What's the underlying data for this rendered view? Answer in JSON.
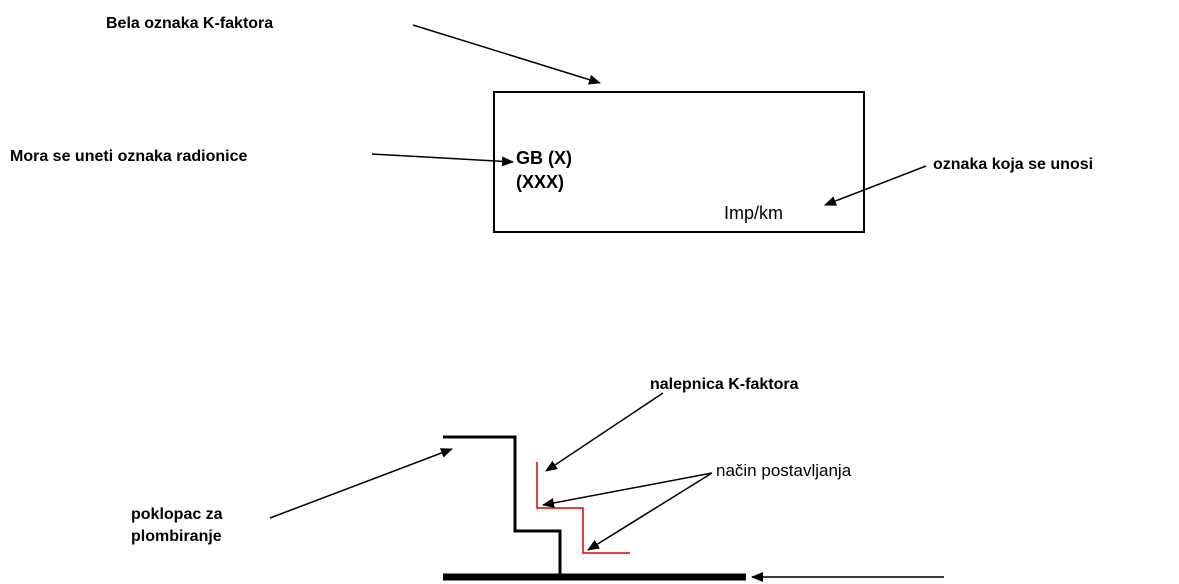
{
  "colors": {
    "ink": "#000000",
    "sticker": "#e00000",
    "background": "#ffffff"
  },
  "top_diagram": {
    "label_white_mark": "Bela oznaka K-faktora",
    "label_workshop": "Mora se uneti  oznaka radionice",
    "label_entered": "oznaka koja se unosi",
    "card_line1": "GB (X)",
    "card_line2": "(XXX)",
    "card_unit": "Imp/km"
  },
  "bottom_diagram": {
    "label_sticker": "nalepnica K-faktora",
    "label_method": "način postavljanja",
    "label_cover_line1": "poklopac za",
    "label_cover_line2": "plombiranje"
  }
}
